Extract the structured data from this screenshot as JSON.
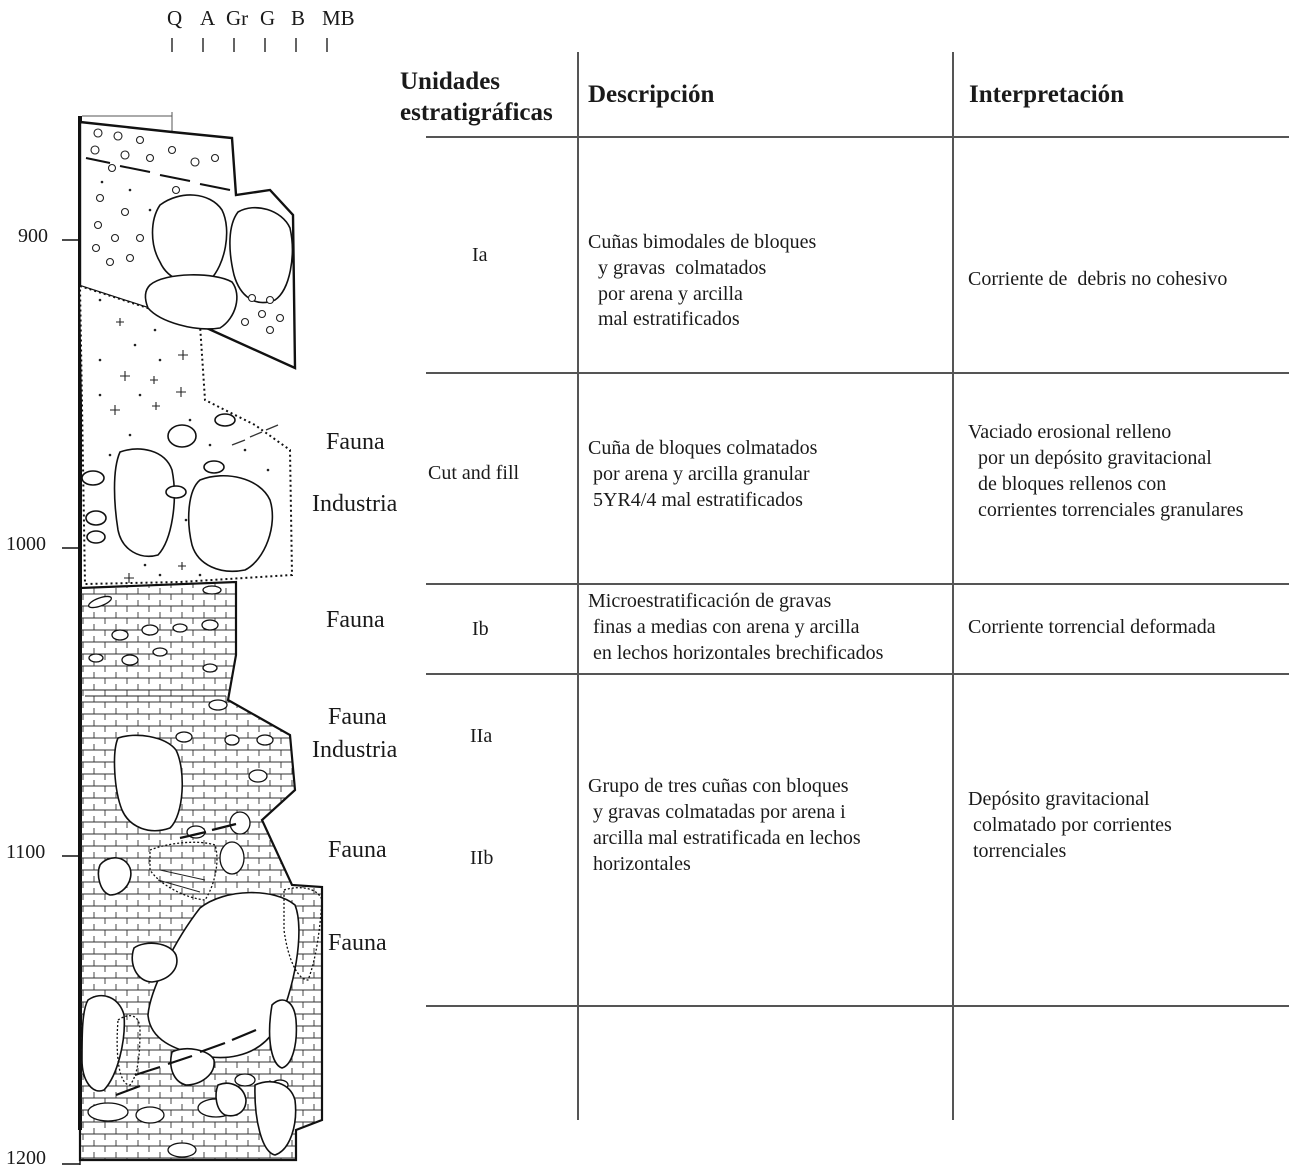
{
  "grain_size_scale": [
    "Q",
    "A",
    "Gr",
    "G",
    "B",
    "MB"
  ],
  "depth_ticks": [
    "900",
    "1000",
    "1100",
    "1200"
  ],
  "annotations": {
    "fauna_1": "Fauna",
    "industria_1": "Industria",
    "fauna_2": "Fauna",
    "fauna_3": "Fauna",
    "industria_2": "Industria",
    "fauna_4": "Fauna",
    "fauna_5": "Fauna"
  },
  "table": {
    "headers": {
      "units_line1": "Unidades",
      "units_line2": "estratigráficas",
      "description": "Descripción",
      "interpretation": "Interpretación"
    },
    "rows": [
      {
        "unit": "Ia",
        "description": [
          "Cuñas bimodales de bloques",
          "  y gravas  colmatados",
          "  por arena y arcilla",
          "  mal estratificados"
        ],
        "interpretation": [
          "Corriente de  debris no cohesivo"
        ]
      },
      {
        "unit": "Cut and fill",
        "description": [
          "Cuña de bloques colmatados",
          " por arena y arcilla granular",
          " 5YR4/4 mal estratificados"
        ],
        "interpretation": [
          "Vaciado erosional relleno",
          "  por un depósito gravitacional",
          "  de bloques rellenos con",
          "  corrientes torrenciales granulares"
        ]
      },
      {
        "unit": "Ib",
        "description": [
          "Microestratificación de gravas",
          " finas a medias con arena y arcilla",
          " en lechos horizontales brechificados"
        ],
        "interpretation": [
          "Corriente torrencial deformada"
        ]
      },
      {
        "unit": [
          "IIa",
          "IIb"
        ],
        "description": [
          "Grupo de tres cuñas con bloques",
          " y gravas colmatadas por arena i",
          " arcilla mal estratificada en lechos",
          " horizontales"
        ],
        "interpretation": [
          "Depósito gravitacional",
          " colmatado por corrientes",
          " torrenciales"
        ]
      }
    ]
  }
}
